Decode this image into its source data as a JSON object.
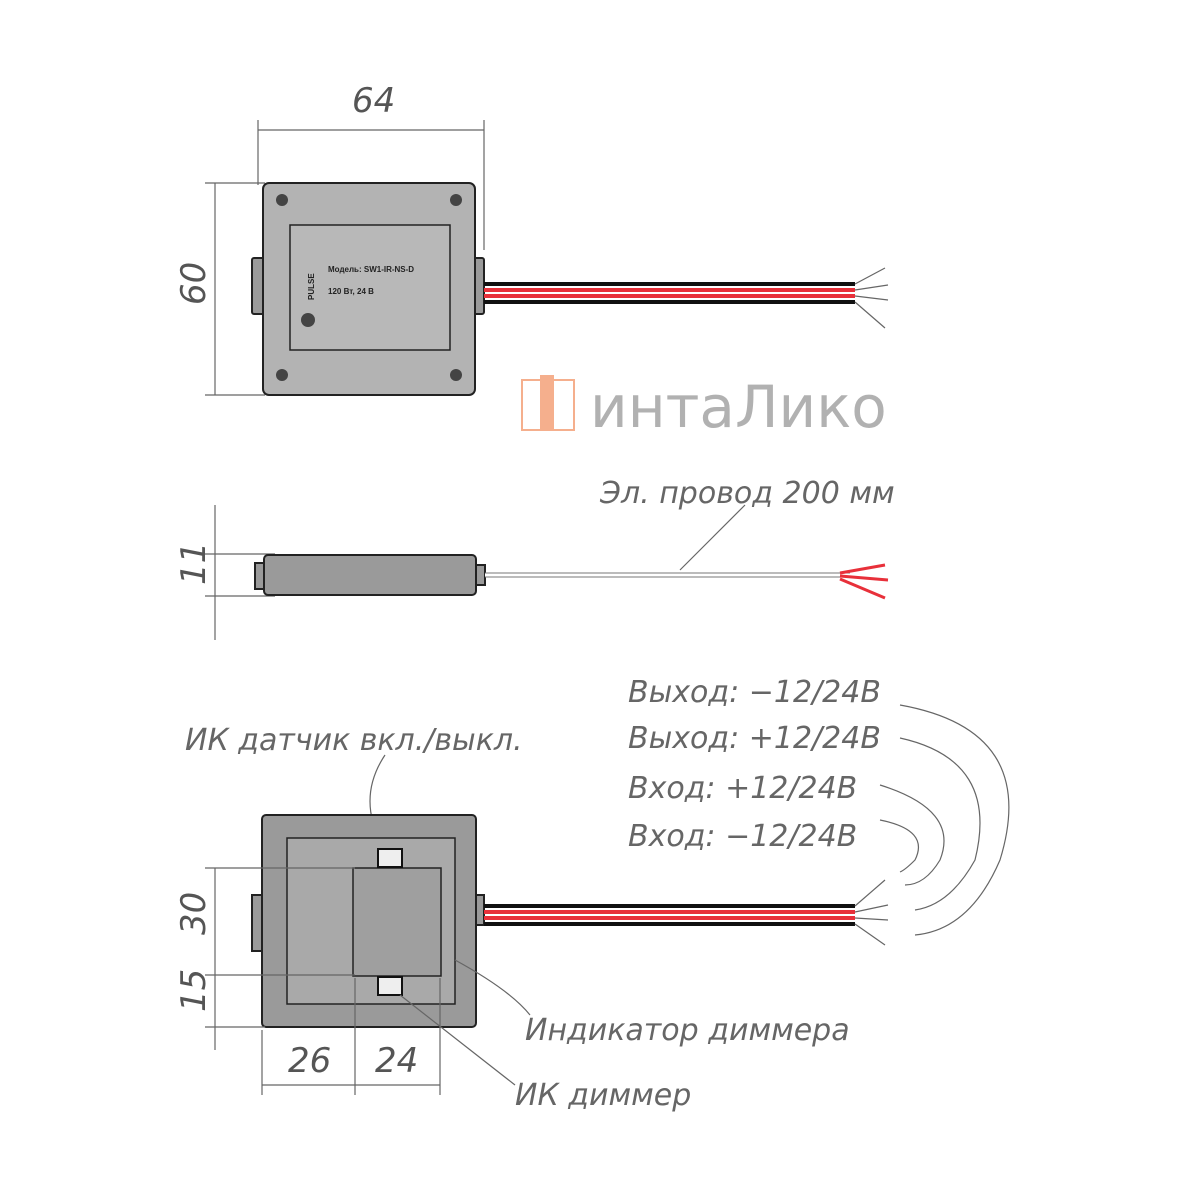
{
  "dimensions": {
    "top_width": "64",
    "top_height": "60",
    "side_height": "11",
    "bottom_30": "30",
    "bottom_15": "15",
    "bottom_26": "26",
    "bottom_24": "24"
  },
  "device_label": {
    "brand": "PULSE",
    "model": "Модель: SW1-IR-NS-D",
    "rating": "120 Вт, 24 В"
  },
  "callouts": {
    "wire": "Эл. провод 200 мм",
    "ir_sensor": "ИК датчик вкл./выкл.",
    "out_minus": "Выход: −12/24В",
    "out_plus": "Выход: +12/24В",
    "in_plus": "Вход: +12/24В",
    "in_minus": "Вход: −12/24В",
    "dimmer_indicator": "Индикатор диммера",
    "ir_dimmer": "ИК диммер"
  },
  "watermark": "интаЛико",
  "colors": {
    "wire_red": "#e8303a",
    "wire_black": "#111111",
    "logo_orange": "#f4a27a"
  }
}
